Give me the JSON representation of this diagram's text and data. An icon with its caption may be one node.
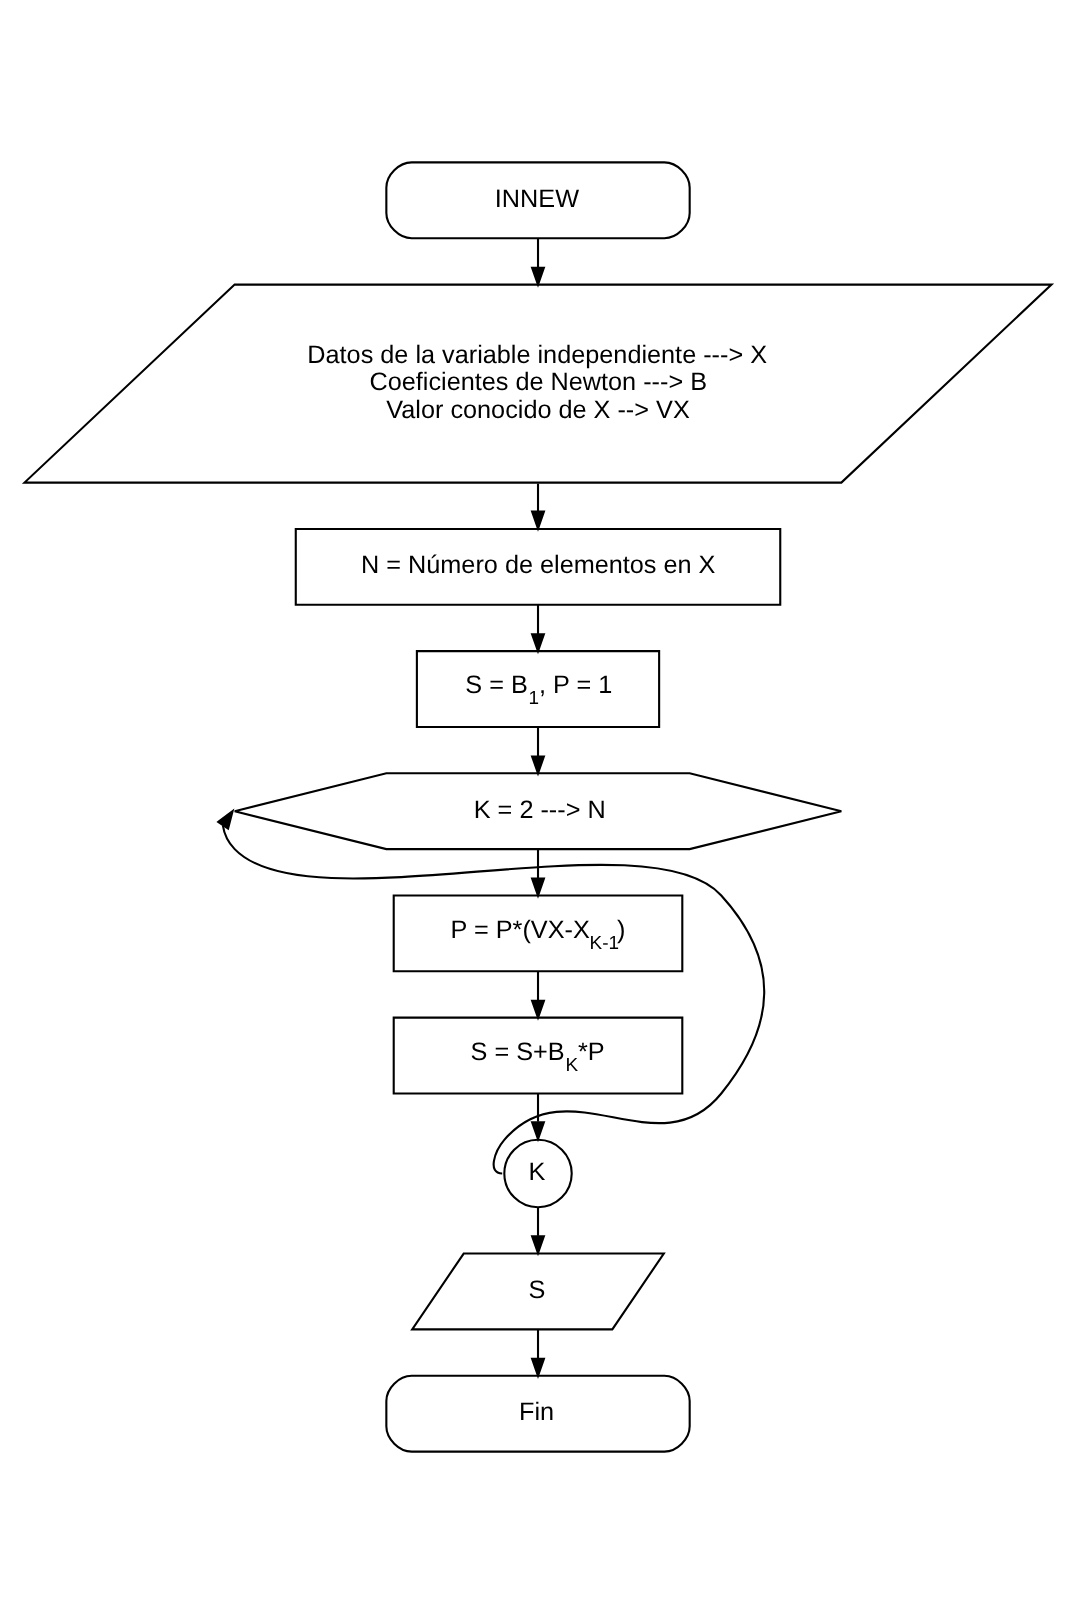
{
  "diagram": {
    "nodes": [
      {
        "text": [
          "INNEW"
        ]
      },
      {
        "text": [
          "Datos de la variable independiente ---> X",
          "Coeficientes de Newton ---> B",
          "Valor conocido de X --> VX"
        ]
      },
      {
        "text": [
          "N = Número de elementos en X"
        ]
      },
      {
        "text": [
          "S = B$_{1}$, P = 1"
        ]
      },
      {
        "text": [
          "K = 2 ---> N"
        ]
      },
      {
        "text": [
          "P = P*(VX-X$_{K-1}$)"
        ]
      },
      {
        "text": [
          "S = S+B$_{K}$*P"
        ]
      },
      {
        "text": [
          "K"
        ]
      },
      {
        "text": [
          "S"
        ]
      },
      {
        "text": [
          "Fin"
        ]
      }
    ],
    "edges": [
      {
        "from": 0,
        "to": 1,
        "arrow": "to"
      },
      {
        "from": 1,
        "to": 2,
        "arrow": "to"
      },
      {
        "from": 2,
        "to": 3,
        "arrow": "to"
      },
      {
        "from": 3,
        "to": 4,
        "arrow": "to"
      },
      {
        "from": 4,
        "to": 5,
        "arrow": "to"
      },
      {
        "from": 5,
        "to": 6,
        "arrow": "to"
      },
      {
        "from": 6,
        "to": 7,
        "arrow": "to"
      },
      {
        "from": 7,
        "to": 4,
        "arrow": "to"
      },
      {
        "from": 7,
        "to": 8,
        "arrow": "to"
      },
      {
        "from": 8,
        "to": 9,
        "arrow": "to"
      }
    ]
  }
}
